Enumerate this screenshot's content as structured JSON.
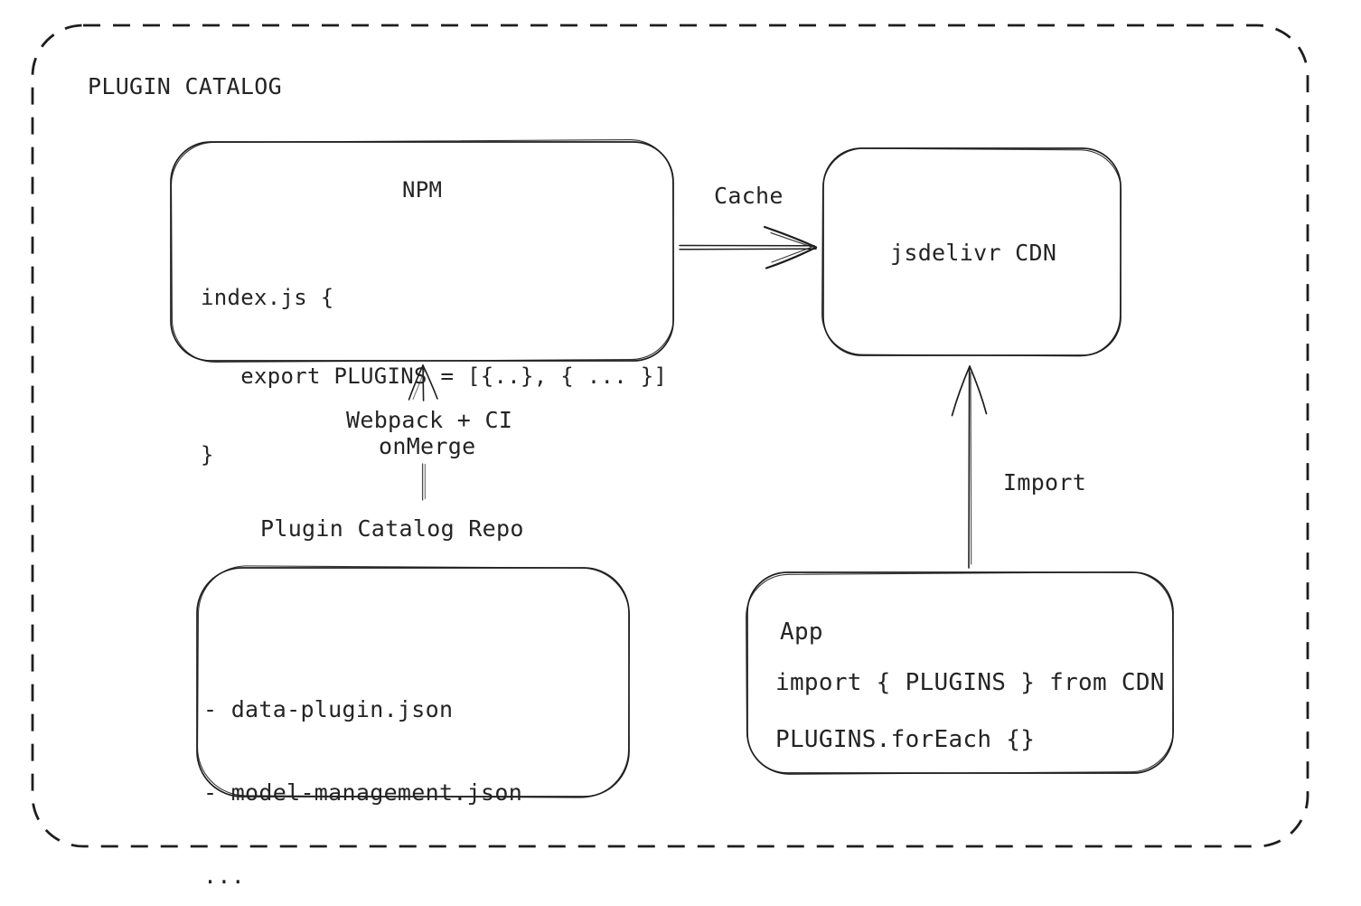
{
  "diagram": {
    "title": "PLUGIN CATALOG",
    "colors": {
      "stroke": "#1e1e1e",
      "background": "#ffffff",
      "text": "#242424"
    },
    "nodes": {
      "npm": {
        "title": "NPM",
        "code": [
          "index.js {",
          "   export PLUGINS = [{..}, { ... }]",
          "}"
        ]
      },
      "cdn": {
        "label": "jsdelivr CDN"
      },
      "repo": {
        "title": "Plugin Catalog Repo",
        "files": [
          "- data-plugin.json",
          "- model-management.json",
          "..."
        ]
      },
      "app": {
        "title": "App",
        "code": [
          "import { PLUGINS } from CDN",
          "PLUGINS.forEach {}"
        ]
      }
    },
    "edges": {
      "cache": {
        "label": "Cache",
        "from": "NPM",
        "to": "jsdelivr CDN"
      },
      "build": {
        "labels": [
          "Webpack + CI",
          "onMerge"
        ],
        "from": "Plugin Catalog Repo",
        "to": "NPM"
      },
      "import": {
        "label": "Import",
        "from": "App",
        "to": "jsdelivr CDN"
      }
    }
  }
}
